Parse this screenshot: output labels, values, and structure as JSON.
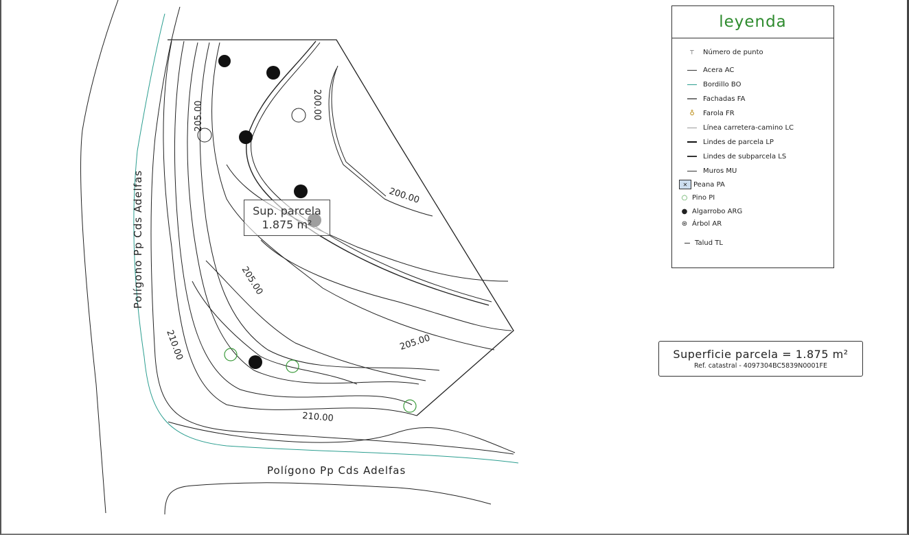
{
  "legend": {
    "title": "leyenda",
    "items": [
      {
        "label": "Número de punto",
        "icon": "point-number-icon"
      },
      {
        "label": "Acera AC",
        "icon": "line-icon"
      },
      {
        "label": "Bordillo BO",
        "icon": "line-icon"
      },
      {
        "label": "Fachadas FA",
        "icon": "line-icon"
      },
      {
        "label": "Farola FR",
        "icon": "streetlight-icon"
      },
      {
        "label": "Línea carretera-camino LC",
        "icon": "line-icon"
      },
      {
        "label": "Lindes de parcela LP",
        "icon": "line-icon"
      },
      {
        "label": "Lindes de subparcela LS",
        "icon": "line-icon"
      },
      {
        "label": "Muros MU",
        "icon": "line-icon"
      },
      {
        "label": "Peana PA",
        "icon": "box-cross-icon"
      },
      {
        "label": "Pino PI",
        "icon": "pine-icon"
      },
      {
        "label": "Algarrobo ARG",
        "icon": "carob-tree-icon"
      },
      {
        "label": "Árbol AR",
        "icon": "tree-icon"
      },
      {
        "label": "Talud TL",
        "icon": "line-icon"
      }
    ],
    "colors": {
      "title": "#2e8b2e",
      "bordillo": "#2a9d8f",
      "pino": "#3a9a3a",
      "farola": "#b8860b"
    }
  },
  "surface_box": {
    "main": "Superficie parcela = 1.875 m²",
    "ref": "Ref. catastral - 4097304BC5839N0001FE"
  },
  "map": {
    "parcel_label_line1": "Sup. parcela",
    "parcel_label_line2": "1.875 m²",
    "street_label_left": "Polígono Pp Cds Adelfas",
    "street_label_bottom": "Polígono Pp Cds Adelfas",
    "contours": [
      "205.00",
      "200.00",
      "200.00",
      "205.00",
      "205.00",
      "210.00",
      "210.00"
    ]
  }
}
